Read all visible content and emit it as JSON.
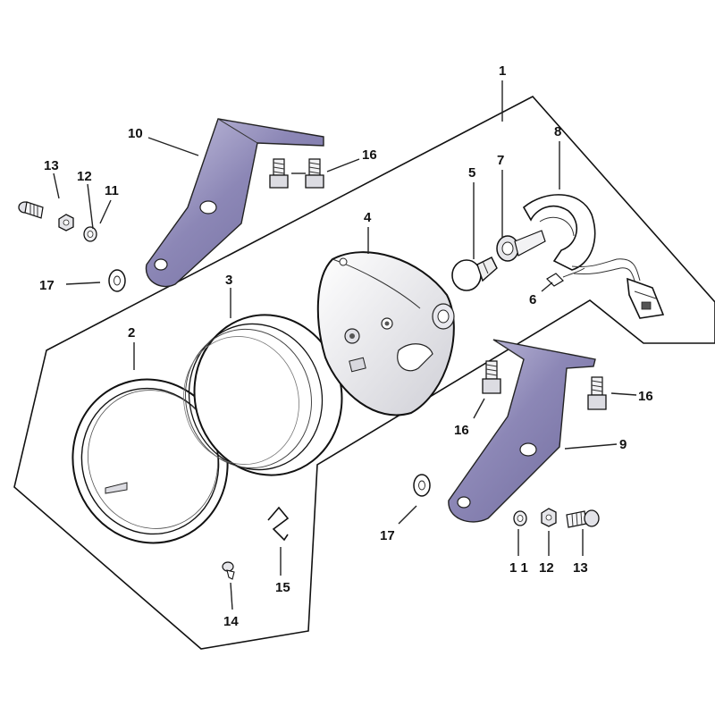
{
  "diagram": {
    "colors": {
      "bracket_fill": "#8c87b6",
      "bracket_light": "#b4b0d4",
      "metal_fill": "#e6e6ea",
      "line": "#1a1a1a"
    },
    "callouts": {
      "c1": "1",
      "c2": "2",
      "c3": "3",
      "c4": "4",
      "c5": "5",
      "c6": "6",
      "c7": "7",
      "c8": "8",
      "c9": "9",
      "c10": "10",
      "c11_left": "11",
      "c12_left": "12",
      "c13_left": "13",
      "c16_top": "16",
      "c17_left": "17",
      "c16_right_a": "16",
      "c16_right_b": "16",
      "c17_right": "17",
      "c11_right": "1 1",
      "c12_right": "12",
      "c13_right": "13",
      "c14": "14",
      "c15": "15"
    }
  }
}
